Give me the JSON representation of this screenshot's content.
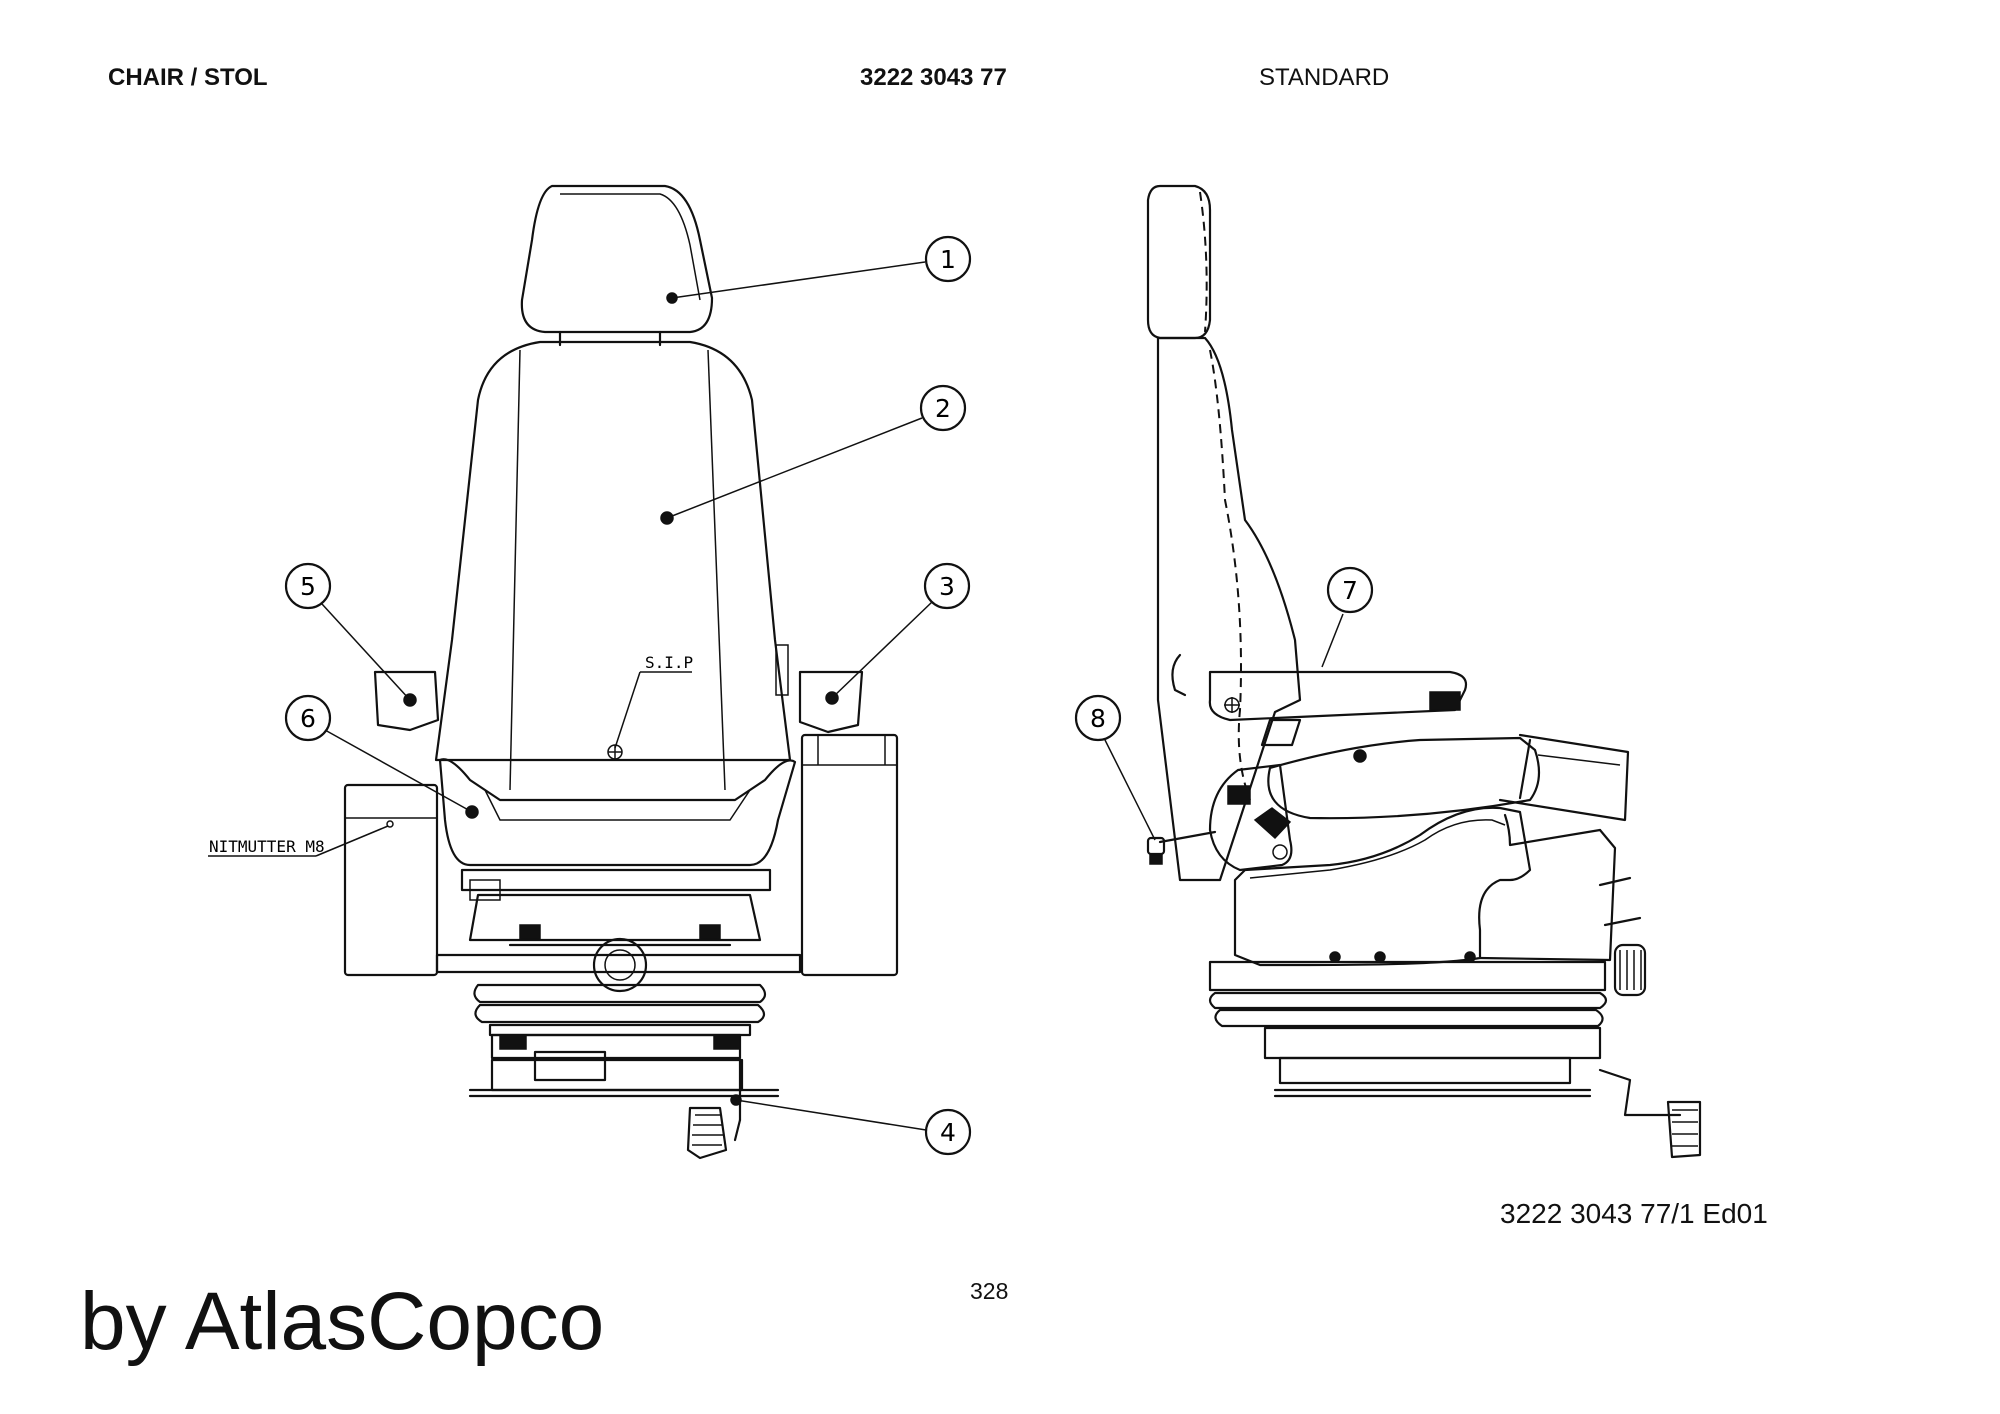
{
  "header": {
    "title": "CHAIR / STOL",
    "part_number": "3222 3043 77",
    "variant": "STANDARD"
  },
  "callouts": [
    {
      "label": "1"
    },
    {
      "label": "2"
    },
    {
      "label": "3"
    },
    {
      "label": "4"
    },
    {
      "label": "5"
    },
    {
      "label": "6"
    },
    {
      "label": "7"
    },
    {
      "label": "8"
    }
  ],
  "notes": {
    "sip": "S.I.P",
    "nitmutter": "NITMUTTER M8"
  },
  "footer": {
    "doc_ref": "3222 3043 77/1  Ed01",
    "page_number": "328",
    "brand": "by AtlasCopco"
  }
}
